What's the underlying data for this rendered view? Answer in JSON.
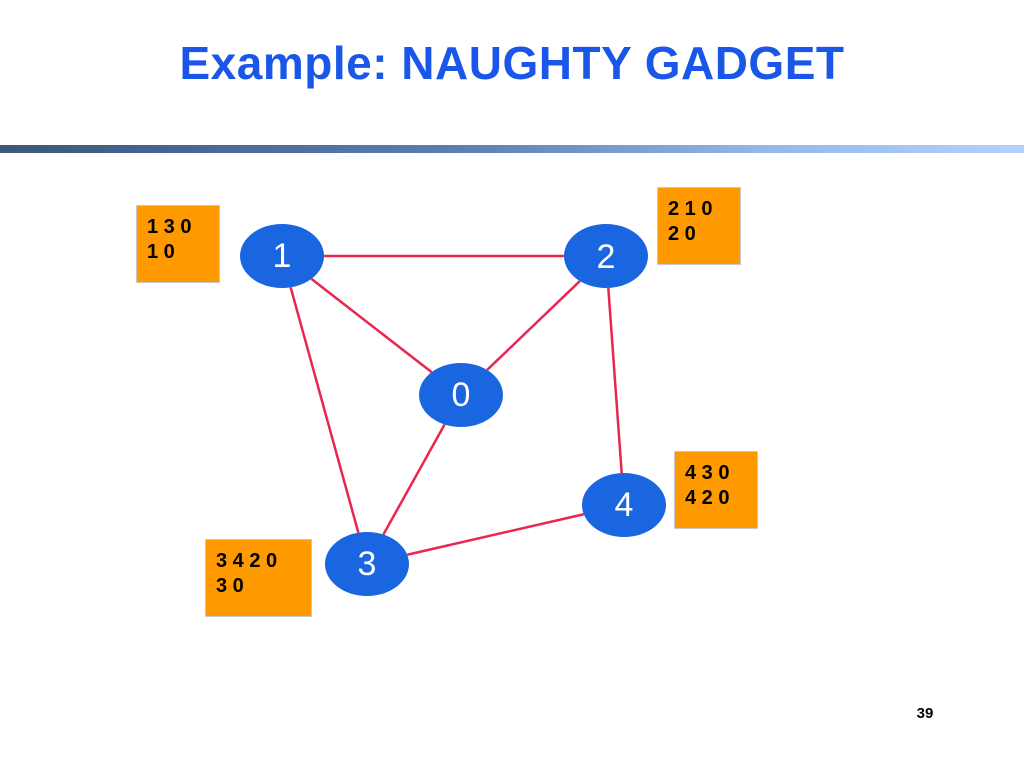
{
  "slide": {
    "title": "Example: NAUGHTY GADGET",
    "page_number": "39"
  },
  "colors": {
    "title": "#1a57e8",
    "node_fill": "#1a66e0",
    "edge": "#e8264f",
    "box_fill": "#ff9900"
  },
  "nodes": [
    {
      "id": "0",
      "label": "0"
    },
    {
      "id": "1",
      "label": "1"
    },
    {
      "id": "2",
      "label": "2"
    },
    {
      "id": "3",
      "label": "3"
    },
    {
      "id": "4",
      "label": "4"
    }
  ],
  "edges": [
    {
      "from": "1",
      "to": "2"
    },
    {
      "from": "1",
      "to": "0"
    },
    {
      "from": "2",
      "to": "0"
    },
    {
      "from": "1",
      "to": "3"
    },
    {
      "from": "0",
      "to": "3"
    },
    {
      "from": "2",
      "to": "4"
    },
    {
      "from": "3",
      "to": "4"
    }
  ],
  "boxes": {
    "node1": {
      "line1": "1 3 0",
      "line2": "1 0"
    },
    "node2": {
      "line1": "2 1 0",
      "line2": "2 0"
    },
    "node4": {
      "line1": "4 3 0",
      "line2": "4 2 0"
    },
    "node3": {
      "line1": "3 4 2 0",
      "line2": "3 0"
    }
  }
}
